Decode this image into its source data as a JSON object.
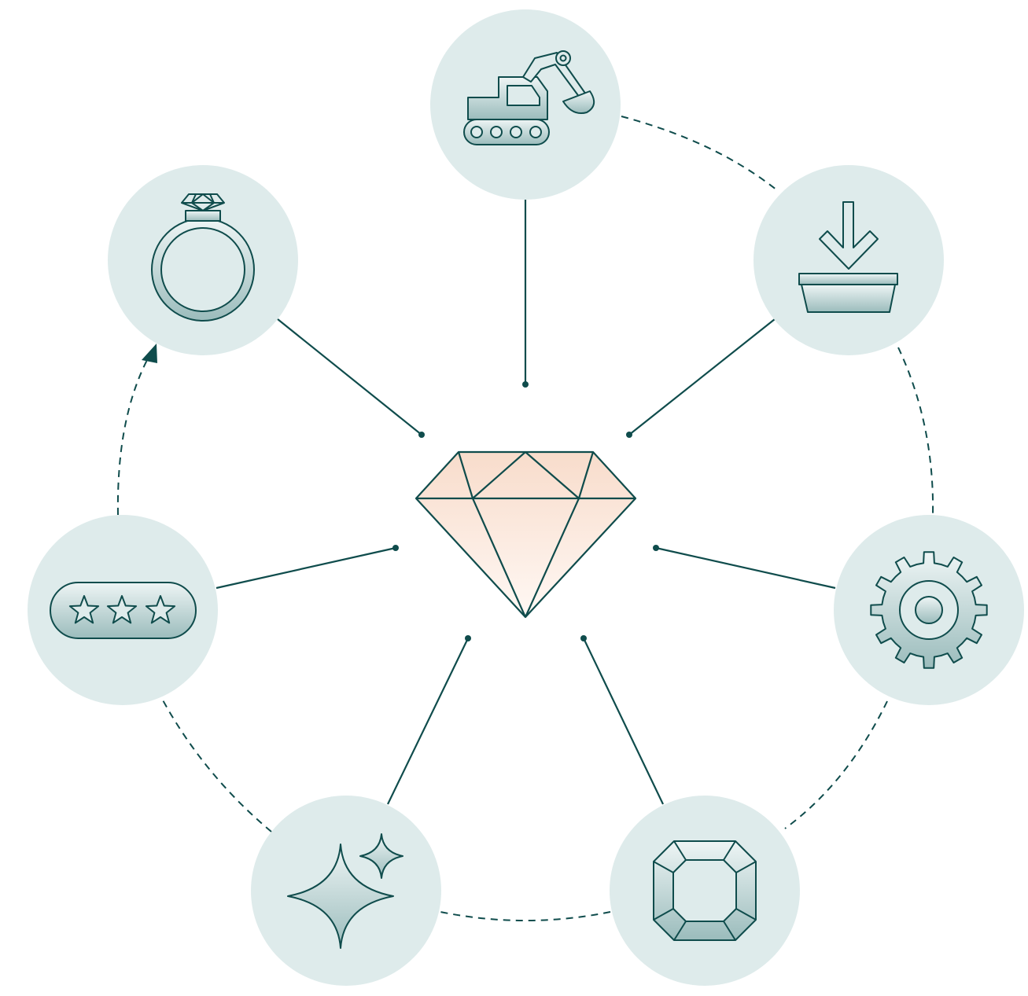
{
  "colors": {
    "stroke": "#0f4c4c",
    "node_fill": "#deebeb",
    "icon_fill_top": "#eef5f5",
    "icon_fill_bottom": "#9bbcbc",
    "diamond_top": "#f8dccb",
    "diamond_bottom": "#fff8f4",
    "background": "#ffffff"
  },
  "center": {
    "icon": "diamond-icon"
  },
  "stages": [
    {
      "key": "mining",
      "icon": "excavator-icon"
    },
    {
      "key": "sorting",
      "icon": "download-tray-icon"
    },
    {
      "key": "processing",
      "icon": "gear-icon"
    },
    {
      "key": "cutting",
      "icon": "cut-gem-icon"
    },
    {
      "key": "polishing",
      "icon": "sparkle-icon"
    },
    {
      "key": "grading",
      "icon": "star-rating-icon"
    },
    {
      "key": "retail",
      "icon": "ring-icon"
    }
  ],
  "cycle": {
    "style": "dashed",
    "arrow_into": "retail"
  }
}
